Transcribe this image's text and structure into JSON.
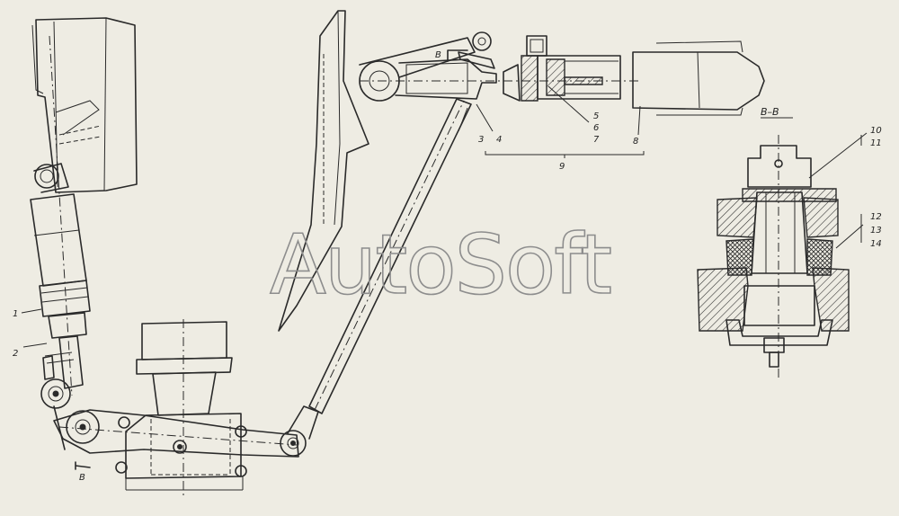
{
  "watermark": "AutoSoft",
  "section_title": "B–B",
  "cut_mark": "B",
  "callouts": [
    "1",
    "2",
    "3",
    "4",
    "5",
    "6",
    "7",
    "8",
    "9",
    "10",
    "11",
    "12",
    "13",
    "14"
  ]
}
